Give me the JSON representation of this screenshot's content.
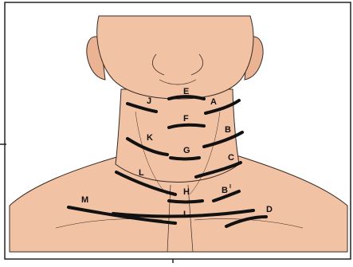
{
  "diagram": {
    "labels": {
      "A": "A",
      "B": "B",
      "B1": "B",
      "B1_superscript": "I",
      "C": "C",
      "D": "D",
      "E": "E",
      "F": "F",
      "G": "G",
      "H": "H",
      "I": "I",
      "J": "J",
      "K": "K",
      "L": "L",
      "M": "M"
    },
    "colors": {
      "skin": "#f2c2a4",
      "skin_shadow": "#e3a98a",
      "outline": "#3a2a22",
      "incision": "#111111",
      "frame": "#222222",
      "background": "#ffffff"
    }
  }
}
